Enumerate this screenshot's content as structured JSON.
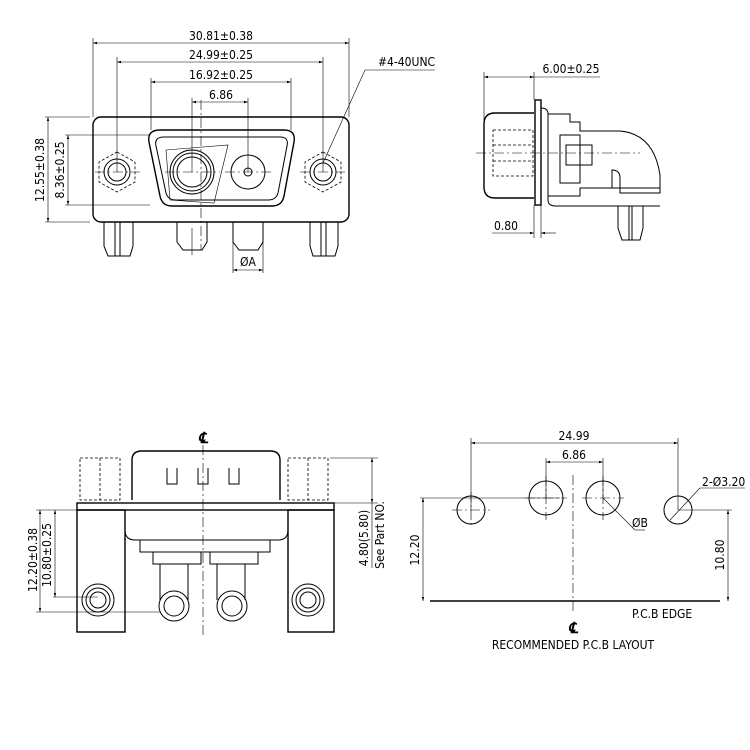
{
  "front_view": {
    "dim_overall_width": "30.81±0.38",
    "dim_mount_hole_spacing": "24.99±0.25",
    "dim_shell_width": "16.92±0.25",
    "dim_contact_pitch": "6.86",
    "thread_callout": "#4-40UNC",
    "dim_overall_height": "12.55±0.38",
    "dim_shell_height": "8.36±0.25",
    "dim_contact_diameter": "ØA"
  },
  "side_view": {
    "dim_depth": "6.00±0.25",
    "dim_flange_thickness": "0.80"
  },
  "bottom_view": {
    "centerline_symbol": "℄",
    "dim_height_to_bracket": "12.20±0.38",
    "dim_height_to_contacts": "10.80±0.25",
    "dim_hex_height": "4.80(5.80)",
    "note_part_no": "See Part NO."
  },
  "pcb_layout": {
    "dim_mount_hole_spacing": "24.99",
    "dim_contact_pitch": "6.86",
    "dim_mount_hole_callout": "2-Ø3.20",
    "dim_contact_hole": "ØB",
    "dim_contact_row": "12.20",
    "dim_mount_row": "10.80",
    "edge_label": "P.C.B EDGE",
    "centerline_symbol": "℄",
    "title": "RECOMMENDED P.C.B LAYOUT"
  }
}
